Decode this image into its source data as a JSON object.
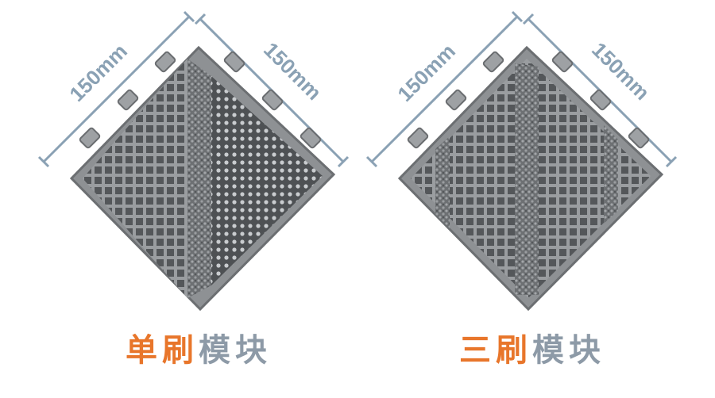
{
  "colors": {
    "accent": "#e8762b",
    "caption_gray": "#8d9aa7",
    "dimension_line": "#8aa1b4",
    "tile_body": "#8e9194",
    "tile_dark": "#5b5e61",
    "brush": "#6f7275"
  },
  "products": [
    {
      "dimension_a": "150mm",
      "dimension_b": "150mm",
      "caption_accent": "单刷",
      "caption_rest": "模块",
      "brush_strips": 1
    },
    {
      "dimension_a": "150mm",
      "dimension_b": "150mm",
      "caption_accent": "三刷",
      "caption_rest": "模块",
      "brush_strips": 3
    }
  ]
}
